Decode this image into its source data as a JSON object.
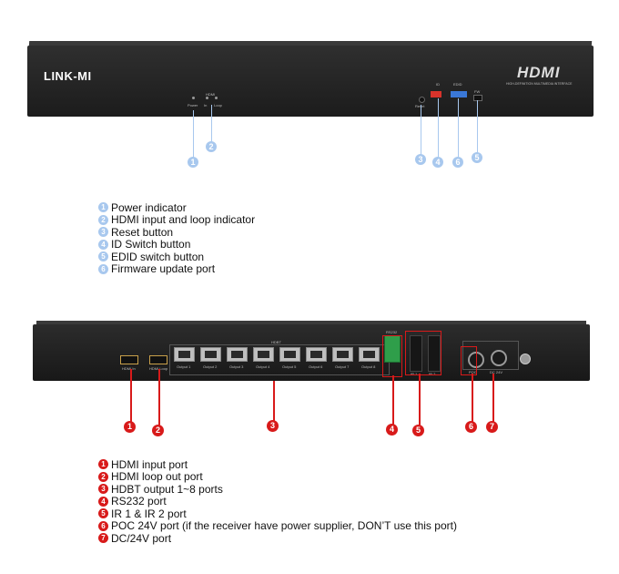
{
  "front_panel": {
    "brand_logo": "LINK-MI",
    "hdmi_logo": "HDMI",
    "hdmi_logo_sub": "HIGH-DEFINITION MULTIMEDIA INTERFACE",
    "power_label": "Power",
    "hdmi_indicator_label": "HDMI",
    "in_label": "In",
    "loop_label": "Loop",
    "reset_label": "Reset",
    "id_label": "ID",
    "edid_label": "EDID",
    "fw_label": "FW"
  },
  "front_callouts": [
    "1",
    "2",
    "3",
    "4",
    "5",
    "6"
  ],
  "front_legend": [
    {
      "num": "1",
      "text": "Power indicator"
    },
    {
      "num": "2",
      "text": "HDMI input and loop indicator"
    },
    {
      "num": "3",
      "text": "Reset button"
    },
    {
      "num": "4",
      "text": "ID Switch button"
    },
    {
      "num": "5",
      "text": "EDID switch button"
    },
    {
      "num": "6",
      "text": "Firmware update port"
    }
  ],
  "back_panel": {
    "hdmi_in_label": "HDMI In",
    "hdmi_loop_label": "HDMI Loop",
    "hdbt_label": "HDBT",
    "outputs": [
      "Output 1",
      "Output 2",
      "Output 3",
      "Output 4",
      "Output 5",
      "Output 6",
      "Output 7",
      "Output 8"
    ],
    "rs232_label": "RS232",
    "ir1_label": "IR 1",
    "ir2_label": "IR 2",
    "poc_label": "POC",
    "dc_label": "DC 24V"
  },
  "back_callouts": [
    "1",
    "2",
    "3",
    "4",
    "5",
    "6",
    "7"
  ],
  "back_legend": [
    {
      "num": "1",
      "text": "HDMI input port"
    },
    {
      "num": "2",
      "text": "HDMI loop out port"
    },
    {
      "num": "3",
      "text": "HDBT output 1~8 ports"
    },
    {
      "num": "4",
      "text": "RS232 port"
    },
    {
      "num": "5",
      "text": "IR 1 & IR 2 port"
    },
    {
      "num": "6",
      "text": "POC 24V port (if the receiver have power supplier, DON’T use this port)"
    },
    {
      "num": "7",
      "text": "DC/24V port"
    }
  ],
  "colors": {
    "front_callout": "#a8c8ee",
    "back_callout": "#d81a1a",
    "chassis": "#222222"
  }
}
